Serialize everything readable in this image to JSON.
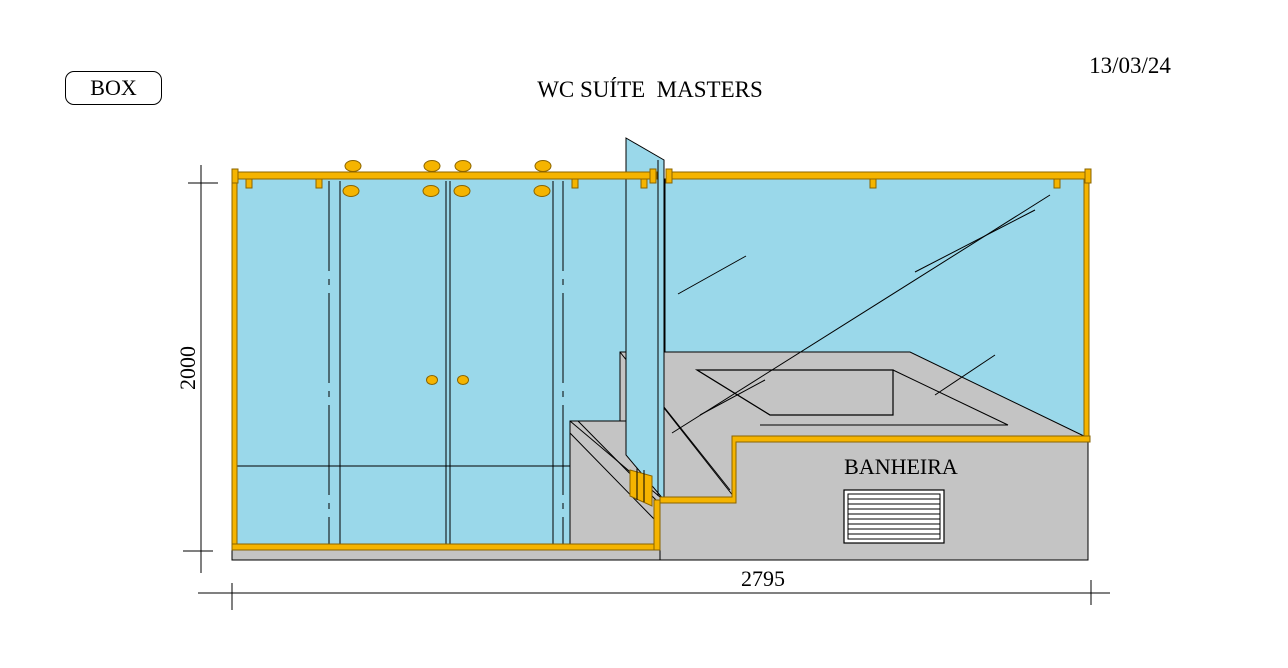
{
  "header": {
    "box_label": "BOX",
    "title": "WC SUÍTE  MASTERS",
    "date": "13/03/24"
  },
  "drawing": {
    "height_dimension": "2000",
    "width_dimension": "2795",
    "bathtub_label": "BANHEIRA"
  },
  "colors": {
    "glass": "#9ad8ea",
    "frame": "#f5b400",
    "frame_outline": "#8a6400",
    "masonry": "#c4c4c4",
    "line": "#000000"
  }
}
